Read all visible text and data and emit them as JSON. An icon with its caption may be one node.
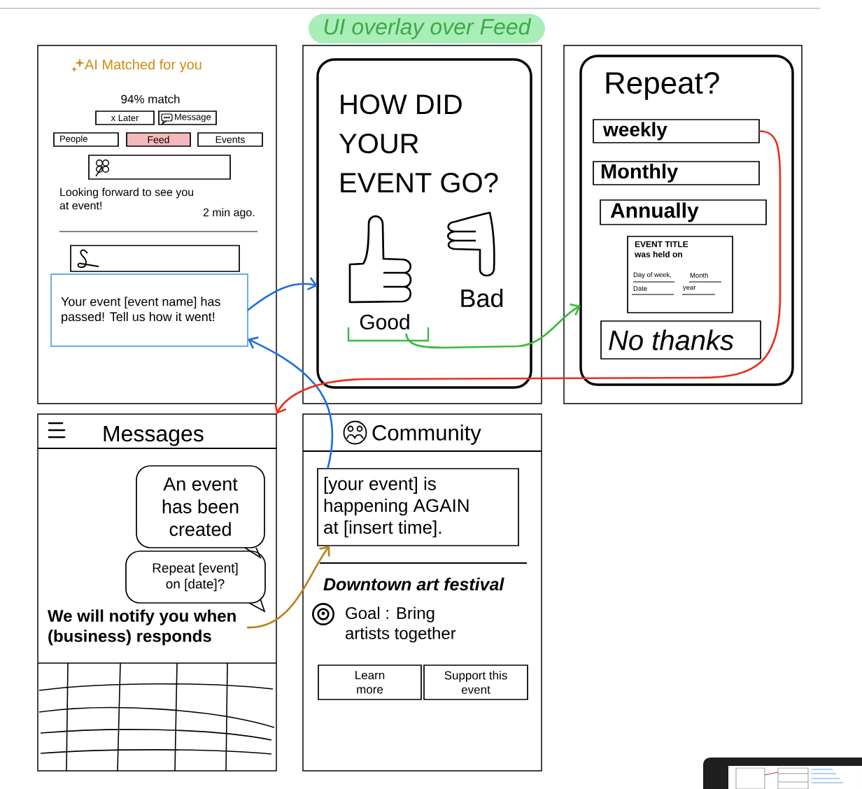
{
  "diagram": {
    "title": "UI overlay over Feed",
    "nodes": [
      {
        "text": [],
        "shape": "box"
      },
      {
        "text": [
          "x Later"
        ],
        "in": 0
      },
      {
        "text": [
          "Message"
        ],
        "in": 0
      },
      {
        "text": [
          "People"
        ],
        "in": 0
      },
      {
        "text": [
          "Feed"
        ],
        "in": 0
      },
      {
        "text": [
          "Events"
        ],
        "in": 0
      },
      {
        "text": [],
        "shape": "box",
        "in": 0
      },
      {
        "text": [],
        "shape": "box",
        "in": 0
      },
      {
        "text": [
          "Your event [event name] has passed! Tell us how it went!"
        ],
        "in": 0
      },
      {
        "text": [],
        "shape": "box"
      },
      {
        "text": [
          "HOW DID YOUR EVENT GO?"
        ],
        "in": 9
      },
      {
        "text": [
          "Good"
        ],
        "in": 10
      },
      {
        "text": [],
        "shape": "box"
      },
      {
        "text": [
          "Repeat?"
        ],
        "in": 12
      },
      {
        "text": [
          "weekly"
        ],
        "in": 13
      },
      {
        "text": [
          "Monthly"
        ],
        "in": 13
      },
      {
        "text": [
          "Annually"
        ],
        "in": 13
      },
      {
        "text": [
          "EVENT TITLE was held on",
          "Day of week,",
          "Month",
          "Date",
          "year"
        ],
        "in": 13
      },
      {
        "text": [
          "No thanks"
        ],
        "in": 13
      },
      {
        "text": [
          "Messages"
        ]
      },
      {
        "text": [
          "An event has been created"
        ],
        "in": 19
      },
      {
        "text": [
          "Repeat [event] on [date]?"
        ],
        "in": 19
      },
      {
        "text": [
          "We will notify you when (business) responds"
        ],
        "in": 19
      },
      {
        "text": [
          "Community"
        ]
      },
      {
        "text": [
          "[your event] is happening AGAIN at [insert time]."
        ],
        "in": 23
      },
      {
        "text": [
          "Learn more"
        ],
        "in": 23
      },
      {
        "text": [
          "Support this event"
        ],
        "in": 23
      }
    ],
    "edges": [
      {
        "from": 8,
        "to": 10,
        "arrow": "to",
        "color": "#1c6fe0"
      },
      {
        "from": 24,
        "to": 8,
        "arrow": "to",
        "color": "#1c6fe0"
      },
      {
        "from": 11,
        "to": 13,
        "arrow": "to",
        "color": "#3cba3c"
      },
      {
        "from": 14,
        "to": 19,
        "arrow": "to",
        "color": "#e8301c"
      },
      {
        "from": 22,
        "to": 24,
        "arrow": "to",
        "color": "#b8801a"
      }
    ],
    "labels": [
      "AI Matched for you",
      "94% match",
      "Looking forward to see you at event!",
      "2 min ago.",
      "Bad",
      "Downtown art festival",
      "Goal : Bring artists together"
    ]
  }
}
